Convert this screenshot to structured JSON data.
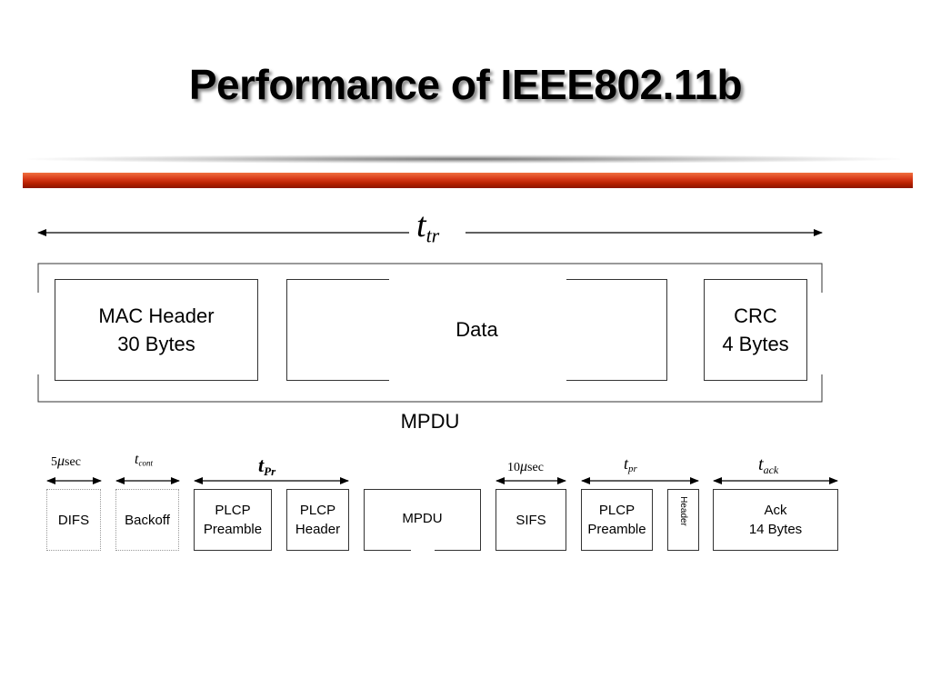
{
  "title": "Performance of IEEE802.11b",
  "top": {
    "t_tr": {
      "symbol": "t",
      "sub": "tr"
    },
    "boxes": {
      "mac_header": {
        "line1": "MAC Header",
        "line2": "30 Bytes"
      },
      "data": "Data",
      "crc": {
        "line1": "CRC",
        "line2": "4 Bytes"
      }
    },
    "mpdu_label": "MPDU"
  },
  "bottom": {
    "labels": {
      "difs_time": {
        "num": "5",
        "mu": "μ",
        "unit": "sec"
      },
      "t_cont": {
        "symbol": "t",
        "sub": "cont"
      },
      "t_pr1": {
        "symbol": "t",
        "sub": "Pr"
      },
      "sifs_time": {
        "num": "10",
        "mu": "μ",
        "unit": "sec"
      },
      "t_pr2": {
        "symbol": "t",
        "sub": "pr"
      },
      "t_ack": {
        "symbol": "t",
        "sub": "ack"
      }
    },
    "boxes": {
      "difs": "DIFS",
      "backoff": "Backoff",
      "plcp_preamble1": {
        "line1": "PLCP",
        "line2": "Preamble"
      },
      "plcp_header": {
        "line1": "PLCP",
        "line2": "Header"
      },
      "mpdu": "MPDU",
      "sifs": "SIFS",
      "plcp_preamble2": {
        "line1": "PLCP",
        "line2": "Preamble"
      },
      "header": "Header",
      "ack": {
        "line1": "Ack",
        "line2": "14 Bytes"
      }
    }
  }
}
